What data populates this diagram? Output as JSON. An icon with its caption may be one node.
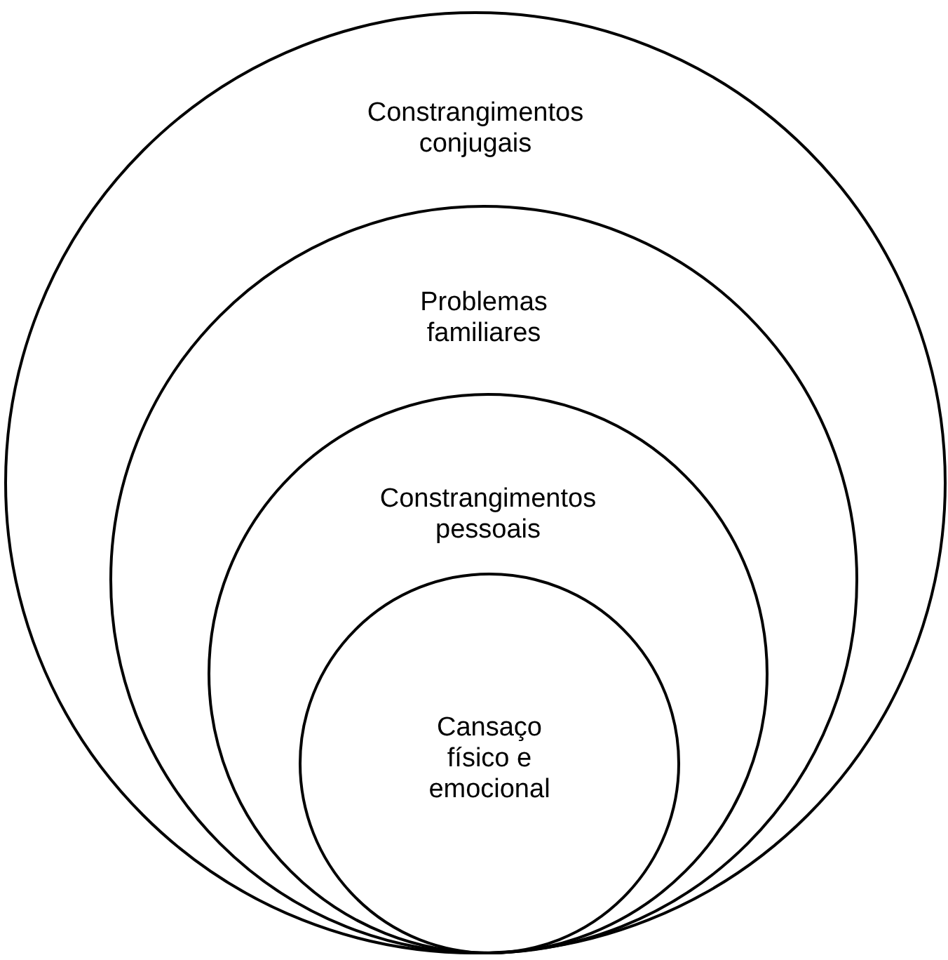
{
  "diagram": {
    "nodes": [
      {
        "text": [
          "Constrangimentos conjugais"
        ]
      },
      {
        "text": [
          "Problemas familiares"
        ],
        "in": 0
      },
      {
        "text": [
          "Constrangimentos pessoais"
        ],
        "in": 1
      },
      {
        "text": [
          "Cansaço físico e emocional"
        ],
        "in": 2
      }
    ]
  }
}
